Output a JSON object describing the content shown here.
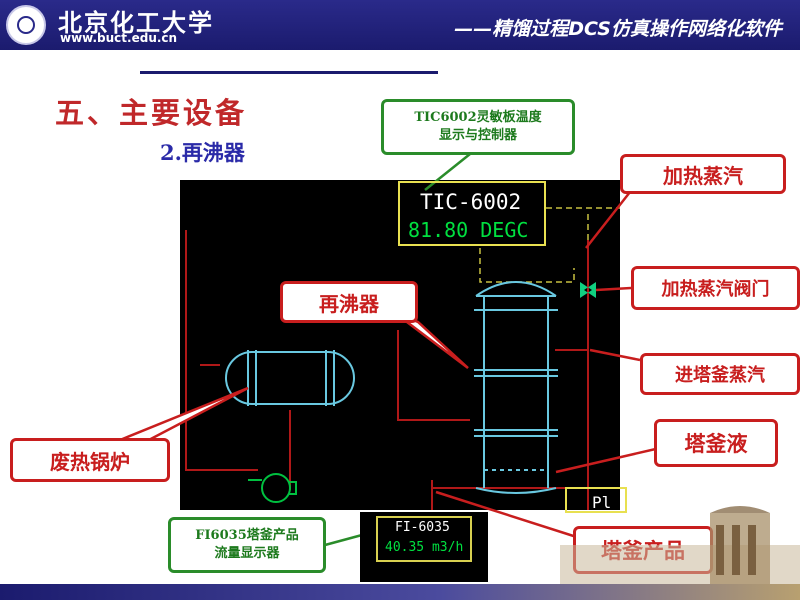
{
  "header": {
    "university_name": "北京化工大学",
    "university_url": "www.buct.edu.cn",
    "title": "——精馏过程DCS仿真操作网络化软件"
  },
  "section": {
    "title": "五、主要设备",
    "subtitle": "2.再沸器"
  },
  "dcs": {
    "tic": {
      "tag": "TIC-6002",
      "value": "81.80 DEGC"
    },
    "fi": {
      "tag": "FI-6035",
      "value": "40.35 m3/h"
    },
    "pl_label": "Pl"
  },
  "callouts": {
    "tic_desc": [
      "TIC6002灵敏板温度",
      "显示与控制器"
    ],
    "heating_steam": "加热蒸汽",
    "heating_steam_valve": "加热蒸汽阀门",
    "reboiler": "再沸器",
    "tower_steam": "进塔釜蒸汽",
    "waste_heat_boiler": "废热锅炉",
    "tower_liquid": "塔釜液",
    "tower_product": "塔釜产品",
    "fi_desc": [
      "FI6035塔釜产品",
      "流量显示器"
    ]
  },
  "colors": {
    "header_bg": "#1b1b6e",
    "title_red": "#c0282a",
    "subtitle_blue": "#2a2aa8",
    "callout_red": "#c81e1e",
    "callout_green": "#2a8c2a",
    "dcs_value_green": "#00e040"
  }
}
